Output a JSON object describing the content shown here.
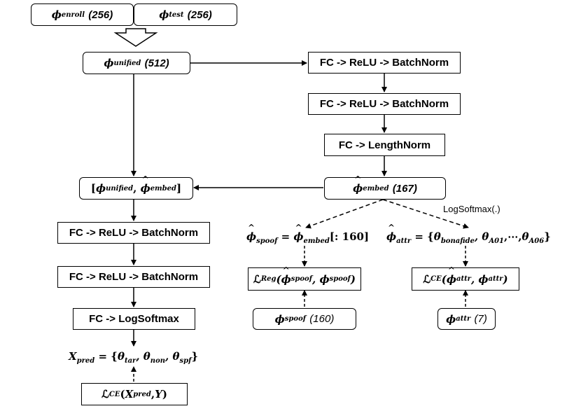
{
  "inputs": {
    "enroll": {
      "sym": "ϕ",
      "sub": "enroll",
      "dim": "(256)"
    },
    "test": {
      "sym": "ϕ",
      "sub": "test",
      "dim": "(256)"
    }
  },
  "unified": {
    "sym": "ϕ",
    "sub": "unified",
    "dim": "(512)"
  },
  "right_chain": {
    "layer1": "FC -> ReLU -> BatchNorm",
    "layer2": "FC -> ReLU -> BatchNorm",
    "layer3": "FC -> LengthNorm"
  },
  "embed": {
    "sym": "ϕ",
    "sub": "embed",
    "dim": "(167)"
  },
  "concat": {
    "open": "[",
    "a": "ϕ",
    "a_sub": "unified",
    "sep": ",",
    "b": "ϕ",
    "b_sub": "embed",
    "close": "]"
  },
  "left_chain": {
    "layer1": "FC -> ReLU -> BatchNorm",
    "layer2": "FC -> ReLU -> BatchNorm",
    "layer3": "FC -> LogSoftmax"
  },
  "xpred": {
    "lhs": "X",
    "lhs_sub": "pred",
    "eq": " = {",
    "t1": "θ",
    "t1_sub": "tar",
    "t2": "θ",
    "t2_sub": "non",
    "t3": "θ",
    "t3_sub": "spf",
    "close": "}"
  },
  "loss_ce_main": {
    "L": "ℒ",
    "sub": "CE",
    "args_open": "(",
    "x": "X",
    "x_sub": "pred",
    "sep": ", ",
    "y": "Y",
    "args_close": ")"
  },
  "spoof_branch": {
    "label_lhs": "ϕ",
    "label_lhs_sub": "spoof",
    "eq": " = ",
    "label_rhs": "ϕ",
    "label_rhs_sub": "embed",
    "slice": "[: 160]",
    "loss_L": "ℒ",
    "loss_sub": "Reg",
    "loss_a": "ϕ",
    "loss_a_sub": "spoof",
    "loss_b": "ϕ",
    "loss_b_sub": "spoof",
    "target_sym": "ϕ",
    "target_sub": "spoof",
    "target_dim": "(160)"
  },
  "attr_branch": {
    "logsoftmax_label": "LogSoftmax(.)",
    "label_lhs": "ϕ",
    "label_lhs_sub": "attr",
    "eq": " = {",
    "t1": "θ",
    "t1_sub": "bonafide",
    "t2": "θ",
    "t2_sub": "A01",
    "dots": ",⋯,",
    "t3": "θ",
    "t3_sub": "A06",
    "close": "}",
    "loss_L": "ℒ",
    "loss_sub": "CE",
    "loss_a": "ϕ",
    "loss_a_sub": "attr",
    "loss_b": "ϕ",
    "loss_b_sub": "attr",
    "target_sym": "ϕ",
    "target_sub": "attr",
    "target_dim": "(7)"
  }
}
